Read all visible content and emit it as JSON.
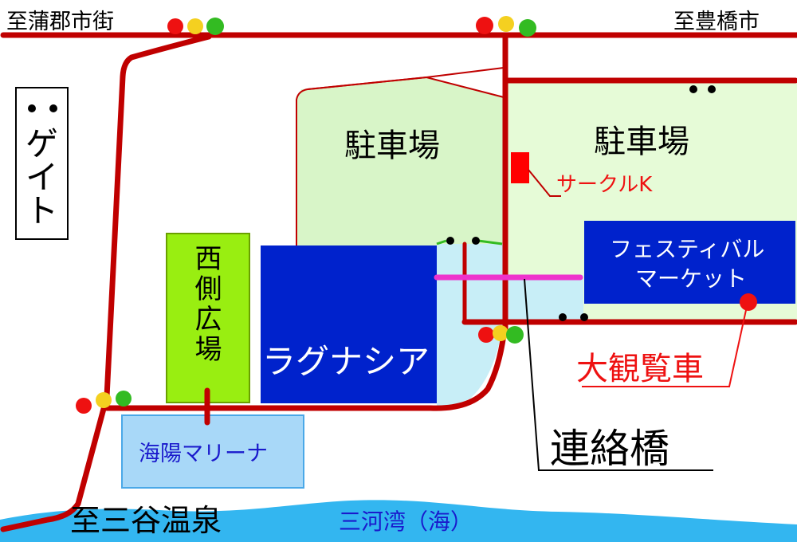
{
  "directions": {
    "gamagori": "至蒲郡市街",
    "toyohashi": "至豊橋市",
    "sanya_onsen": "至三谷温泉"
  },
  "gate": {
    "label": "ゲイト"
  },
  "parking_west": {
    "label": "駐車場"
  },
  "parking_east": {
    "label": "駐車場"
  },
  "circle_k": {
    "label": "サークルK"
  },
  "nishigawa_hiroba": {
    "label": "西側広場"
  },
  "laguna_shia": {
    "label": "ラグナシア"
  },
  "festival_market": {
    "line1": "フェスティバル",
    "line2": "マーケット"
  },
  "ferris_wheel": {
    "label": "大観覧車"
  },
  "renraku_bashi": {
    "label": "連絡橋"
  },
  "kaiyo_marina": {
    "label": "海陽マリーナ"
  },
  "sea": {
    "label": "三河湾（海）"
  },
  "colors": {
    "road": "#c00000",
    "parking": "#d8f5c8",
    "laguna": "#0022cc",
    "water": "#c8eef7",
    "sea": "#33b6f0",
    "plaza": "#99ee11",
    "marina": "#a8d8f8",
    "bridge": "#ee33cc",
    "signal_red": "#ee1111",
    "signal_yellow": "#f4d020",
    "signal_green": "#33bb22"
  }
}
